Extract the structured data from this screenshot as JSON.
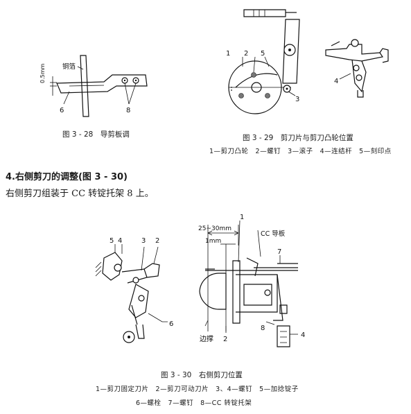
{
  "fig28": {
    "labels": {
      "dim": "0.5mm",
      "foil": "铜箔",
      "n6": "6",
      "n8": "8"
    },
    "caption": "图 3 - 28　导剪板调"
  },
  "fig29": {
    "labels": {
      "n1": "1",
      "n2": "2",
      "n3": "3",
      "n4": "4",
      "n5": "5"
    },
    "caption": "图 3 - 29　剪刀片与剪刀凸轮位置",
    "legend": "1—剪刀凸轮　2—螺钉　3—滚子　4—连结杆　5—刻印点"
  },
  "section": {
    "heading": "4.右侧剪刀的调整(图 3 - 30)",
    "paragraph": "右侧剪刀组装于 CC 转锭托架 8 上。"
  },
  "fig30": {
    "labels": {
      "n5": "5",
      "n4": "4",
      "n3": "3",
      "n2": "2",
      "n6": "6",
      "dim_25": "25~30mm",
      "dim_1": "1mm",
      "n1": "1",
      "cc": "CC 导板",
      "n7": "7",
      "n8": "8",
      "n4b": "4",
      "edge": "边撑",
      "n2b": "2"
    },
    "caption": "图 3 - 30　右侧剪刀位置",
    "legend_line1": "1—剪刀固定刀片　2—剪刀可动刀片　3、4—螺钉　5—加捻锭子",
    "legend_line2": "6—螺栓　7—螺钉　8—CC 转锭托架"
  }
}
